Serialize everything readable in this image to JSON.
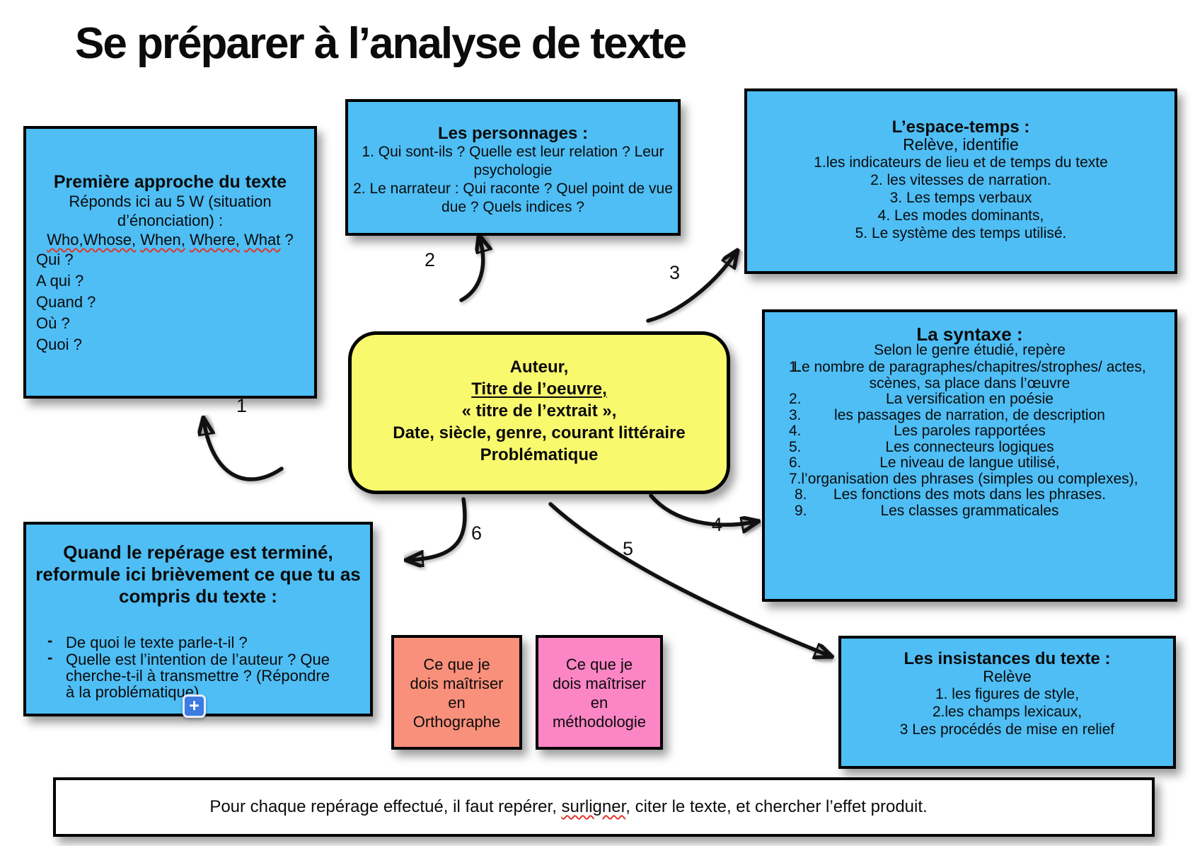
{
  "title": "Se préparer à l’analyse de texte",
  "colors": {
    "blue": "#4ebef5",
    "yellow": "#f9f96e",
    "salmon": "#f9907b",
    "pink": "#fb85c5",
    "squiggle": "#e2372b",
    "arrow": "#111111"
  },
  "boxes": {
    "premiere_approche": {
      "title": "Première approche du texte",
      "intro_lines": [
        "Réponds ici au 5 W (situation",
        "d’énonciation) :"
      ],
      "five_w_words": [
        "Who,Whose,",
        "When,",
        "Where,",
        "What"
      ],
      "five_w_suffix": " ?",
      "questions": [
        "Qui ?",
        "A qui ?",
        "Quand ?",
        "Où ?",
        "Quoi ?"
      ]
    },
    "personnages": {
      "title": "Les personnages :",
      "lines": [
        "1. Qui sont-ils ? Quelle est leur relation ? Leur",
        "psychologie",
        "2. Le narrateur : Qui raconte ? Quel point de vue",
        "due ? Quels indices ?"
      ]
    },
    "espace_temps": {
      "title": "L’espace-temps :",
      "subtitle": "Relève, identifie",
      "lines": [
        "1.les indicateurs de lieu et de temps du texte",
        "2. les vitesses de narration.",
        "3. Les temps verbaux",
        "4. Les modes dominants,",
        "5. Le système des temps utilisé."
      ]
    },
    "center": {
      "lines": [
        "Auteur,",
        "Titre de l’oeuvre,",
        "« titre de l’extrait »,",
        "Date, siècle, genre, courant littéraire",
        "Problématique"
      ]
    },
    "syntaxe": {
      "title": "La syntaxe :",
      "subtitle": "Selon le genre étudié, repère",
      "items": [
        {
          "num": "1.",
          "line1": "Le nombre de paragraphes/chapitres/strophes/ actes,",
          "line2": "scènes, sa place dans l’œuvre"
        },
        {
          "num": "2.",
          "line1": "La versification en poésie"
        },
        {
          "num": "3.",
          "line1": "les passages de narration, de description"
        },
        {
          "num": "4.",
          "line1": "Les paroles rapportées"
        },
        {
          "num": "5.",
          "line1": "Les connecteurs logiques"
        },
        {
          "num": "6.",
          "line1": "Le niveau de langue utilisé,"
        },
        {
          "num": "7.",
          "line1": "l’organisation des phrases (simples ou complexes),"
        },
        {
          "num": "8.",
          "line1": "Les fonctions des mots dans les phrases."
        },
        {
          "num": "9.",
          "line1": "Les classes grammaticales"
        }
      ]
    },
    "quand_reperage": {
      "title_lines": [
        "Quand le repérage est terminé,",
        "reformule ici brièvement ce que tu as",
        "compris du texte :"
      ],
      "bullet_dash": "-",
      "bullets": [
        "De quoi le texte parle-t-il ?",
        "Quelle est l’intention de l’auteur ? Que cherche-t-il à transmettre ? (Répondre à la problématique)"
      ],
      "add_button_label": "+"
    },
    "orthographe": {
      "lines": [
        "Ce que je",
        "dois maîtriser",
        "en",
        "Orthographe"
      ]
    },
    "methodologie": {
      "lines": [
        "Ce que je",
        "dois maîtriser",
        "en",
        "méthodologie"
      ]
    },
    "insistances": {
      "title": "Les insistances du texte :",
      "subtitle": "Relève",
      "lines": [
        "1. les figures de style,",
        "2.les champs lexicaux,",
        "3 Les procédés de mise en relief"
      ]
    },
    "footer": {
      "prefix": "Pour chaque repérage effectué, il faut repérer, ",
      "highlighted": "surligner",
      "suffix": ", citer le texte, et chercher l’effet produit."
    }
  },
  "arrows": {
    "labels": [
      "1",
      "2",
      "3",
      "4",
      "5",
      "6"
    ]
  }
}
